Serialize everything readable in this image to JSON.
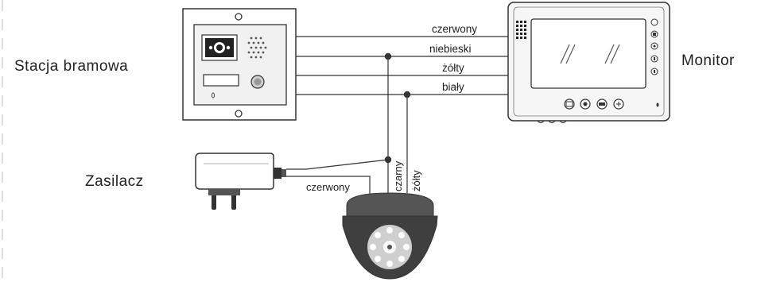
{
  "devices": {
    "gate_station": "Stacja bramowa",
    "monitor": "Monitor",
    "power_supply": "Zasilacz"
  },
  "wires": {
    "red": "czerwony",
    "blue": "niebieski",
    "yellow": "żółty",
    "white": "biały"
  },
  "camera_wires": {
    "red": "czerwony",
    "black": "czarny",
    "yellow": "żółty"
  },
  "colors": {
    "line": "#333333",
    "device_fill": "#f3f3f3",
    "camera_dark": "#4a4a4a",
    "camera_light": "#c8c8c8"
  }
}
